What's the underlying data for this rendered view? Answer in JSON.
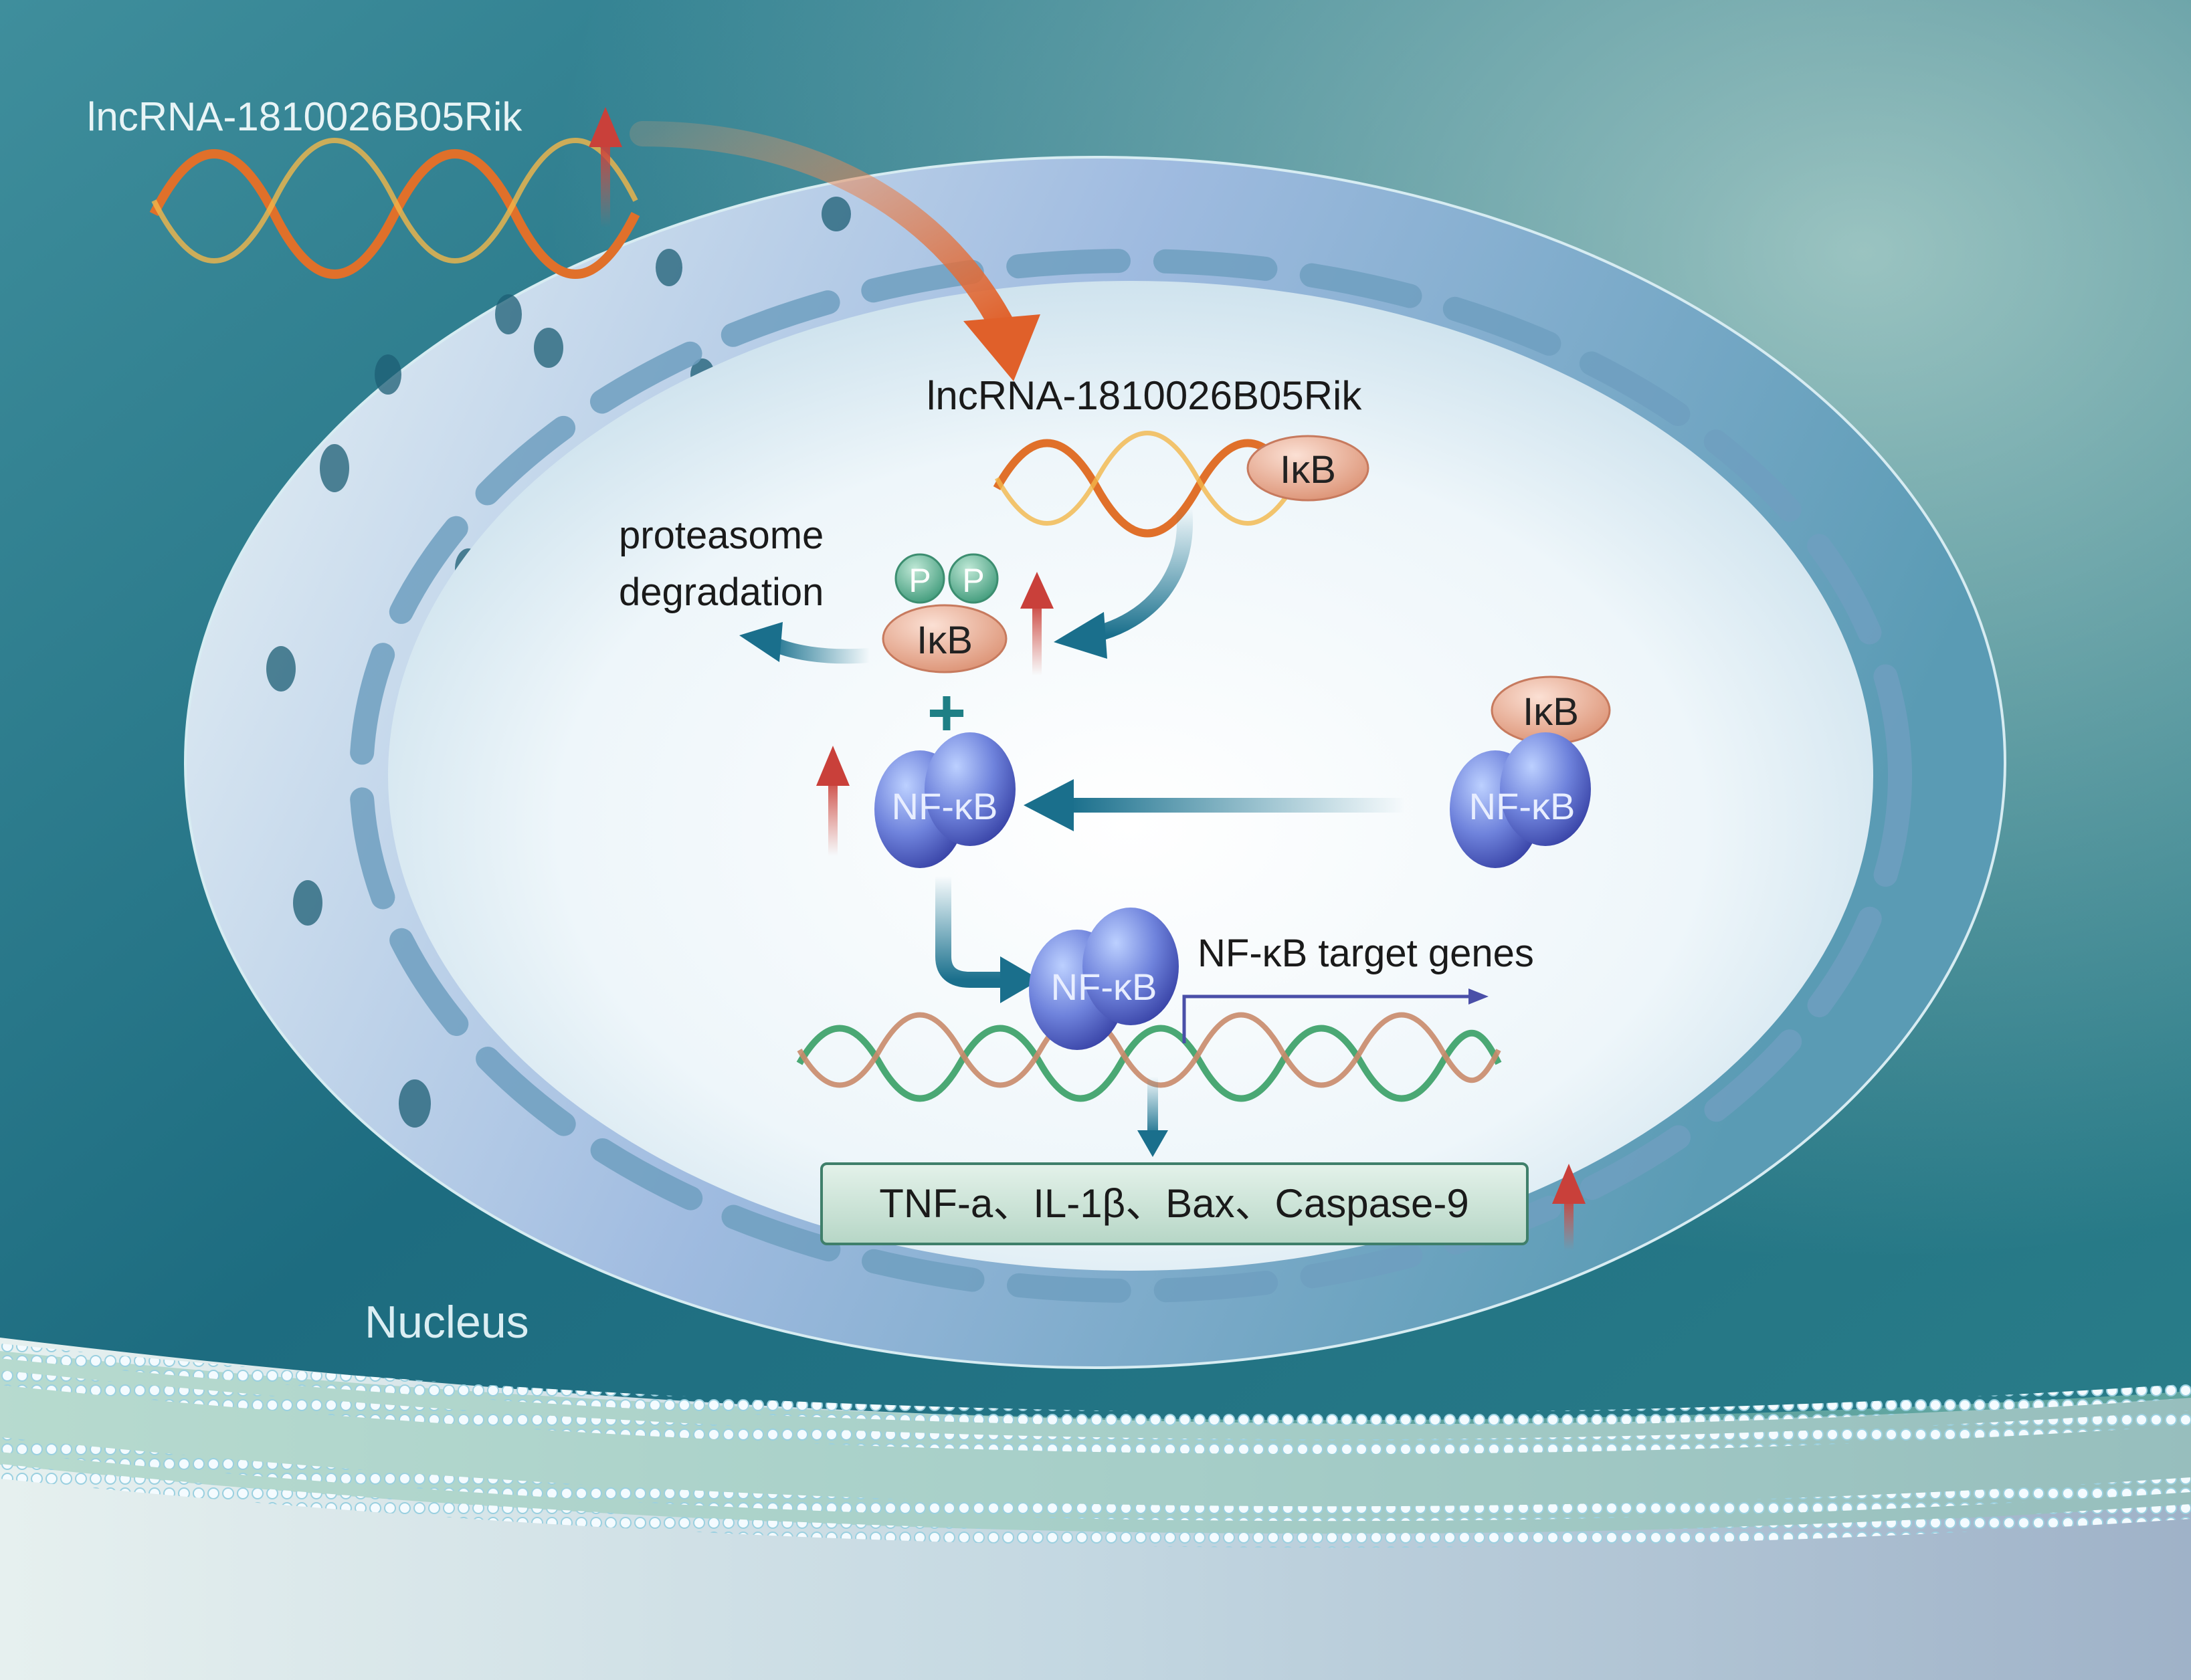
{
  "labels": {
    "lncrna_outer": "lncRNA-1810026B05Rik",
    "lncrna_inner": "lncRNA-1810026B05Rik",
    "ikb_bound": "IκB",
    "proteasome_line1": "proteasome",
    "proteasome_line2": "degradation",
    "phospho_left": "P",
    "phospho_right": "P",
    "ikb_free": "IκB",
    "plus": "+",
    "nfkb_freed": "NF-κB",
    "ikb_complex": "IκB",
    "nfkb_complex": "NF-κB",
    "nfkb_dna": "NF-κB",
    "target_genes": "NF-κB target genes",
    "output_genes": "TNF-a、IL-1β、Bax、Caspase-9",
    "nucleus": "Nucleus"
  },
  "colors": {
    "background_teal": "#1f6f82",
    "nucleus_fill": "#e8f3f8",
    "rna_orange": "#e0702a",
    "ikb_fill": "#e8a58c",
    "phospho_fill": "#5fae95",
    "nfkb_fill": "#6f7fd6",
    "flow_arrow": "#1f7a96",
    "up_arrow": "#c9403a",
    "gene_box": "#cfe6d9"
  }
}
